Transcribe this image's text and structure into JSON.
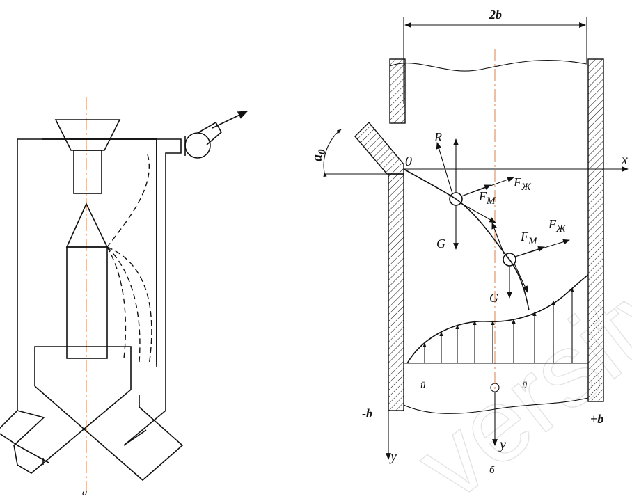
{
  "labels": {
    "width": "2b",
    "origin": "0",
    "x_axis": "x",
    "y_axis_left": "y",
    "y_axis_center": "y",
    "left_bound": "-b",
    "right_bound": "+b",
    "angle": "a",
    "angle_sub": "0",
    "force_R": "R",
    "force_G1": "G",
    "force_G2": "G",
    "force_F": "F",
    "sub_M": "M",
    "sub_Zh": "Ж",
    "velocity_left": "ū",
    "velocity_right": "ū",
    "caption_a": "а",
    "caption_b": "б"
  },
  "watermark": "versity",
  "colors": {
    "ink": "#111111",
    "centerline": "#d9824a"
  }
}
